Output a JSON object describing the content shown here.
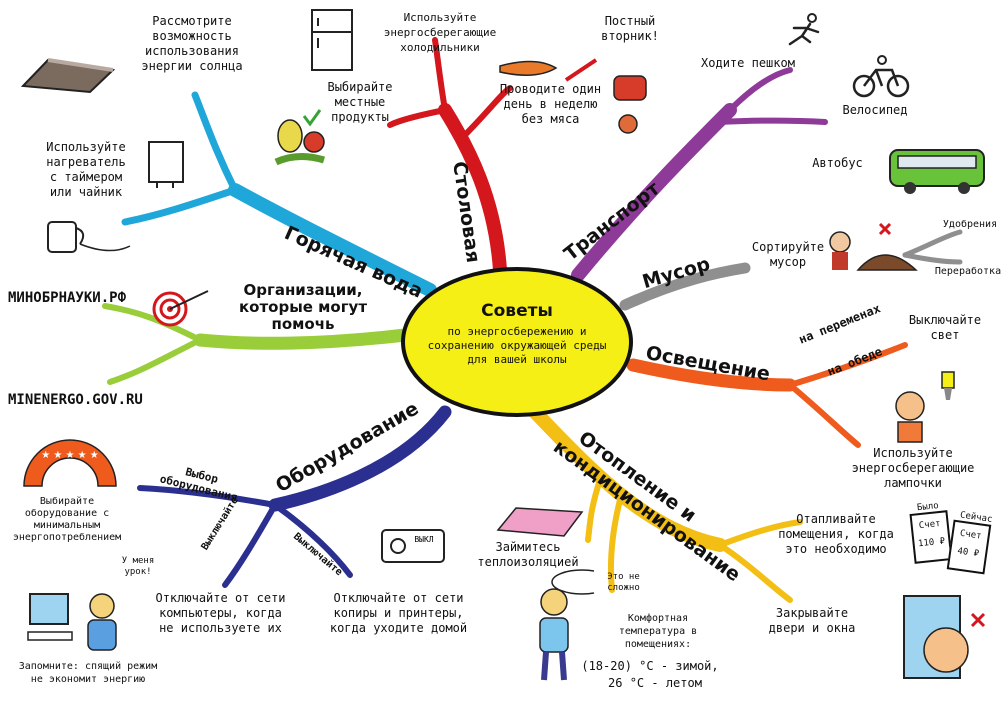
{
  "center": {
    "title": "Советы",
    "subtitle": "по энергосбережению и\nсохранению окружающей среды\nдля вашей школы"
  },
  "branches": {
    "hot_water": "Горячая вода",
    "canteen": "Столовая",
    "transport": "Транспорт",
    "waste": "Мусор",
    "lighting": "Освещение",
    "heating": "Отопление и\nкондиционирование",
    "equipment": "Оборудование",
    "organizations": "Организации,\nкоторые могут\nпомочь"
  },
  "hot_water": {
    "solar": "Рассмотрите\nвозможность\nиспользования\nэнергии солнца",
    "timer": "Используйте\nнагреватель\nс таймером\nили чайник"
  },
  "canteen": {
    "fridge": "Используйте\nэнергосберегающие\nхолодильники",
    "local": "Выбирайте\nместные\nпродукты",
    "fast_tuesday": "Постный\nвторник!",
    "no_meat": "Проводите один\nдень в неделю\nбез мяса"
  },
  "transport": {
    "walk": "Ходите пешком",
    "bike": "Велосипед",
    "bus": "Автобус"
  },
  "waste": {
    "sort": "Сортируйте\nмусор",
    "fertilizer": "Удобрения",
    "recycling": "Переработка"
  },
  "lighting": {
    "breaks": "на переменах",
    "lunch": "на обеде",
    "off": "Выключайте\nсвет",
    "bulbs": "Используйте\nэнергосберегающие\nлампочки"
  },
  "heating": {
    "insulation": "Займитесь\nтеплоизоляцией",
    "heat_needed": "Отапливайте\nпомещения, когда\nэто необходимо",
    "bill_before": "Было",
    "bill_after": "Сейчас",
    "bill_label": "Счет",
    "bill_before_value": "110 ₽",
    "bill_after_value": "40 ₽",
    "not_hard": "Это не\nсложно",
    "comfort": "Комфортная\nтемпература в\nпомещениях:",
    "winter": "(18-20) °С - зимой,",
    "summer": "26 °С - летом",
    "doors": "Закрывайте\nдвери и окна"
  },
  "equipment": {
    "choice": "Выбор\nоборудования",
    "choose_low": "Выбирайте\nоборудование с\nминимальным\nэнергопотреблением",
    "switch_off_1": "Выключайте",
    "switch_off_2": "Выключайте",
    "computers": "Отключайте от сети\nкомпьютеры, когда\nне используете их",
    "copiers": "Отключайте от сети\nкопиры и принтеры,\nкогда уходите домой",
    "socket_label": "ВЫКЛ",
    "lesson": "У меня\nурок!",
    "remember": "Запомните: спящий режим\nне экономит энергию"
  },
  "organizations": {
    "site1": "МИНОБРНАУКИ.РФ",
    "site2": "MINENERGO.GOV.RU"
  },
  "colors": {
    "hot_water": "#1ea7d8",
    "canteen": "#d4161d",
    "transport": "#8e3a98",
    "waste": "#8f8f8f",
    "lighting": "#ef5a1d",
    "heating": "#f3bf14",
    "equipment": "#2b2f8f",
    "organizations": "#9acd3a",
    "hub": "#f6ef16"
  },
  "icons": [
    "solar-mat-icon",
    "boiler-icon",
    "kettle-icon",
    "fridge-icon",
    "vegetables-icon",
    "fruit-icon",
    "runner-icon",
    "bicycle-icon",
    "bus-icon",
    "compost-icon",
    "target-icon",
    "rating-arc-icon",
    "computer-user-icon",
    "socket-icon",
    "lightbulb-icon",
    "insulation-panel-icon",
    "boy-icon",
    "window-icon"
  ]
}
